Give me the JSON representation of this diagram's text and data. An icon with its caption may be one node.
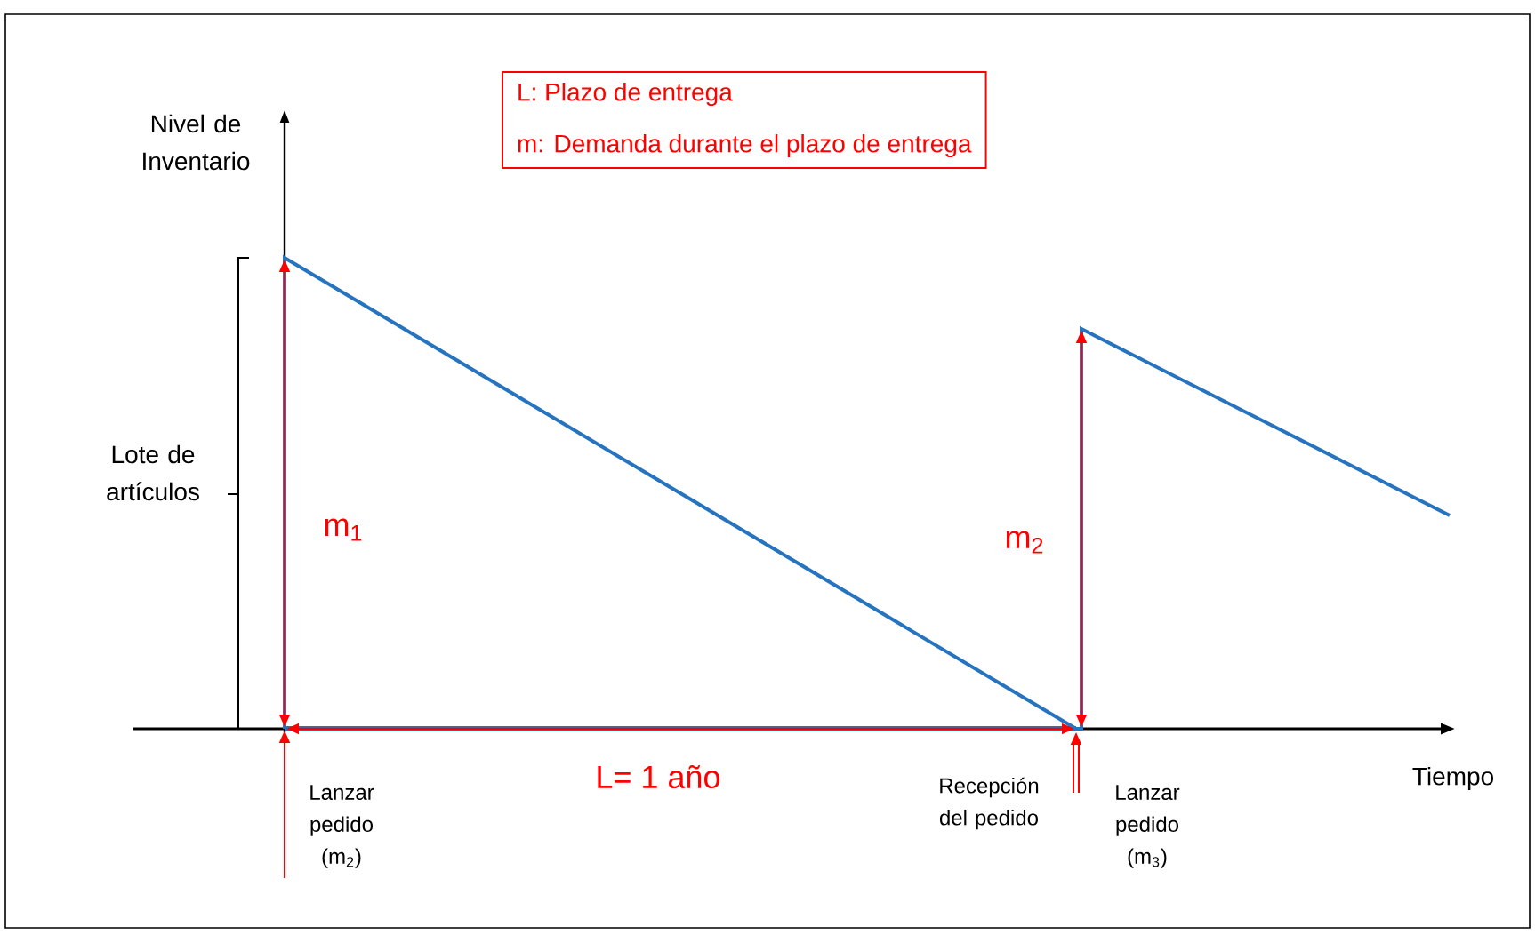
{
  "diagram": {
    "nodes": [
      {
        "text": [
          "L: Plazo de entrega",
          "m: Demanda durante el plazo de entrega"
        ]
      }
    ],
    "labels": [
      "Nivel de Inventario",
      "Lote de artículos",
      "m$_{1}$",
      "m$_{2}$",
      "L= 1 año",
      "Lanzar pedido (m$_{2}$)",
      "Recepción del pedido",
      "Lanzar pedido (m$_{3}$)",
      "Tiempo"
    ]
  }
}
